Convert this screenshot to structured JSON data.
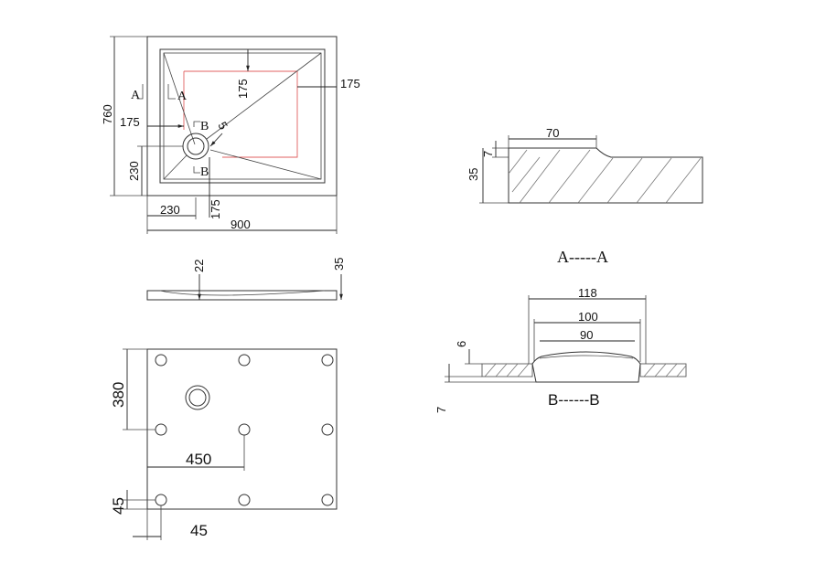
{
  "top_view": {
    "width": "900",
    "height": "760",
    "offset_left": "175",
    "offset_top": "175",
    "offset_right": "175",
    "offset_bottom": "175",
    "drain_x": "230",
    "drain_y": "230",
    "slope": "5",
    "section_a": "A",
    "section_b": "B"
  },
  "side_view": {
    "depth": "22",
    "height": "35"
  },
  "section_aa": {
    "title": "A-----A",
    "width": "70",
    "step": "7",
    "height": "35"
  },
  "section_bb": {
    "title": "B------B",
    "outer": "118",
    "middle": "100",
    "inner": "90",
    "lip": "6",
    "depth": "7"
  },
  "bottom_view": {
    "spacing_y": "380",
    "spacing_x": "450",
    "edge_y": "45",
    "edge_x": "45"
  }
}
